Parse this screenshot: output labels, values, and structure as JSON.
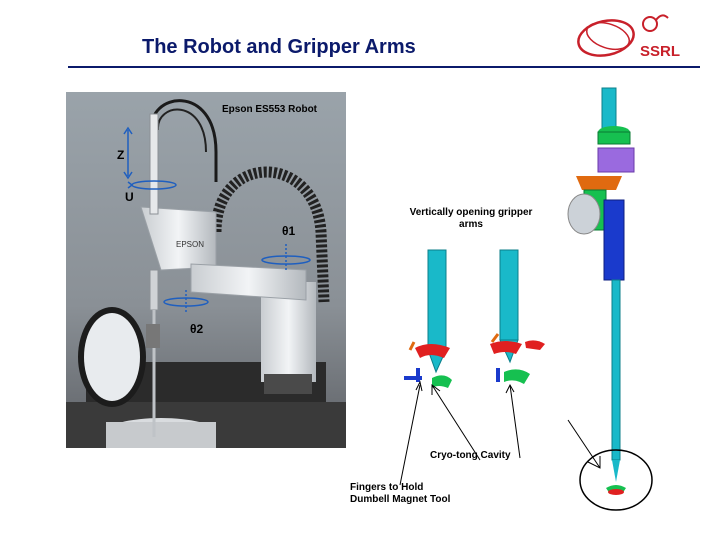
{
  "slide": {
    "title": "The Robot and Gripper Arms",
    "logo_text": "SSRL"
  },
  "photo": {
    "robot_label": "Epson ES553 Robot",
    "brand_text": "EPSON",
    "axis_z": "Z",
    "axis_u": "U",
    "axis_theta1": "θ1",
    "axis_theta2": "θ2"
  },
  "drawing": {
    "gripper_caption": "Vertically opening gripper arms",
    "cavity_caption": "Cryo-tong Cavity",
    "fingers_caption_1": "Fingers to Hold",
    "fingers_caption_2": "Dumbell Magnet Tool"
  },
  "colors": {
    "title": "#0b1a6b",
    "logo_red": "#c8202a",
    "arrow_blue": "#1f5fbf",
    "cyan": "#19b9c9",
    "green": "#16c050",
    "red": "#e02020",
    "blue_part": "#1a3acc",
    "orange": "#e06a10",
    "purple": "#9a6adf"
  }
}
